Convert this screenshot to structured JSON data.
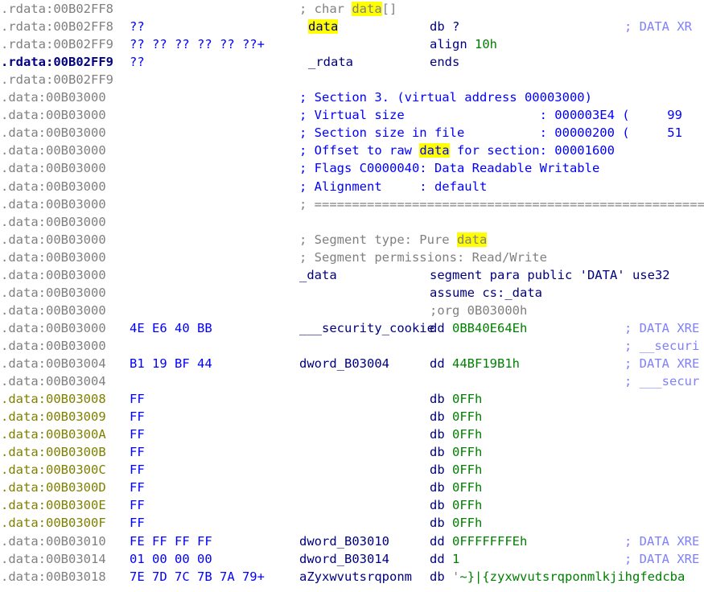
{
  "view": {
    "search_highlight": "data",
    "address_colors": {
      "gray": "#808080",
      "blue": "#000080",
      "olive": "#808000"
    },
    "operand_color": "#008000",
    "comment_color": "#0000ff",
    "xref_color": "#8080ff",
    "highlight_color": "#ffff00"
  },
  "lines": [
    {
      "addr": ".rdata:00B02FF8",
      "addr_color": "gray",
      "comment_pre": "; char ",
      "comment_hl": "data",
      "comment_post": "[]",
      "comment_style": "gray"
    },
    {
      "addr": ".rdata:00B02FF8",
      "addr_color": "gray",
      "bytes": "??",
      "name": "data",
      "name_hl": true,
      "mnemonic": "db",
      "operand": "?",
      "xref": "; DATA XR"
    },
    {
      "addr": ".rdata:00B02FF9",
      "addr_color": "gray",
      "bytes": "?? ?? ?? ?? ?? ??+",
      "mnemonic": "align",
      "operand": "10h"
    },
    {
      "addr": ".rdata:00B02FF9",
      "addr_color": "blue",
      "bytes": "??",
      "name": "_rdata",
      "mnemonic": "ends"
    },
    {
      "addr": ".rdata:00B02FF9",
      "addr_color": "gray"
    },
    {
      "addr": ".data:00B03000",
      "addr_color": "gray",
      "comment": "; Section 3. (virtual address 00003000)"
    },
    {
      "addr": ".data:00B03000",
      "addr_color": "gray",
      "comment": "; Virtual size                  : 000003E4 (     99"
    },
    {
      "addr": ".data:00B03000",
      "addr_color": "gray",
      "comment": "; Section size in file          : 00000200 (     51"
    },
    {
      "addr": ".data:00B03000",
      "addr_color": "gray",
      "comment_pre": "; Offset to raw ",
      "comment_hl": "data",
      "comment_post": " for section: 00001600",
      "comment_style": "blue"
    },
    {
      "addr": ".data:00B03000",
      "addr_color": "gray",
      "comment": "; Flags C0000040: Data Readable Writable"
    },
    {
      "addr": ".data:00B03000",
      "addr_color": "gray",
      "comment": "; Alignment     : default"
    },
    {
      "addr": ".data:00B03000",
      "addr_color": "gray",
      "comment_gray": "; ================================================================"
    },
    {
      "addr": ".data:00B03000",
      "addr_color": "gray"
    },
    {
      "addr": ".data:00B03000",
      "addr_color": "gray",
      "comment_pre": "; Segment type: Pure ",
      "comment_hl": "data",
      "comment_post": "",
      "comment_style": "gray"
    },
    {
      "addr": ".data:00B03000",
      "addr_color": "gray",
      "comment_gray": "; Segment permissions: Read/Write"
    },
    {
      "addr": ".data:00B03000",
      "addr_color": "gray",
      "name": "_data",
      "name_lbl": true,
      "mnemonic": "segment para public 'DATA' use32"
    },
    {
      "addr": ".data:00B03000",
      "addr_color": "gray",
      "mnemonic": "assume cs:_data"
    },
    {
      "addr": ".data:00B03000",
      "addr_color": "gray",
      "mnemonic_gray": ";org 0B03000h"
    },
    {
      "addr": ".data:00B03000",
      "addr_color": "gray",
      "bytes": "4E E6 40 BB",
      "name": "___security_cookie",
      "name_lbl": true,
      "mnemonic": "dd",
      "operand": "0BB40E64Eh",
      "xref": "; DATA XRE"
    },
    {
      "addr": ".data:00B03000",
      "addr_color": "gray",
      "xref": "; __securi"
    },
    {
      "addr": ".data:00B03004",
      "addr_color": "gray",
      "bytes": "B1 19 BF 44",
      "name": "dword_B03004",
      "name_lbl": true,
      "mnemonic": "dd",
      "operand": "44BF19B1h",
      "xref": "; DATA XRE"
    },
    {
      "addr": ".data:00B03004",
      "addr_color": "gray",
      "xref": "; ___secur"
    },
    {
      "addr": ".data:00B03008",
      "addr_color": "olive",
      "bytes": "FF",
      "mnemonic": "db",
      "operand": "0FFh"
    },
    {
      "addr": ".data:00B03009",
      "addr_color": "olive",
      "bytes": "FF",
      "mnemonic": "db",
      "operand": "0FFh"
    },
    {
      "addr": ".data:00B0300A",
      "addr_color": "olive",
      "bytes": "FF",
      "mnemonic": "db",
      "operand": "0FFh"
    },
    {
      "addr": ".data:00B0300B",
      "addr_color": "olive",
      "bytes": "FF",
      "mnemonic": "db",
      "operand": "0FFh"
    },
    {
      "addr": ".data:00B0300C",
      "addr_color": "olive",
      "bytes": "FF",
      "mnemonic": "db",
      "operand": "0FFh"
    },
    {
      "addr": ".data:00B0300D",
      "addr_color": "olive",
      "bytes": "FF",
      "mnemonic": "db",
      "operand": "0FFh"
    },
    {
      "addr": ".data:00B0300E",
      "addr_color": "olive",
      "bytes": "FF",
      "mnemonic": "db",
      "operand": "0FFh"
    },
    {
      "addr": ".data:00B0300F",
      "addr_color": "olive",
      "bytes": "FF",
      "mnemonic": "db",
      "operand": "0FFh"
    },
    {
      "addr": ".data:00B03010",
      "addr_color": "gray",
      "bytes": "FE FF FF FF",
      "name": "dword_B03010",
      "name_lbl": true,
      "mnemonic": "dd",
      "operand": "0FFFFFFFEh",
      "xref": "; DATA XRE"
    },
    {
      "addr": ".data:00B03014",
      "addr_color": "gray",
      "bytes": "01 00 00 00",
      "name": "dword_B03014",
      "name_lbl": true,
      "mnemonic": "dd",
      "operand": "1",
      "xref": "; DATA XRE"
    },
    {
      "addr": ".data:00B03018",
      "addr_color": "gray",
      "bytes": "7E 7D 7C 7B 7A 79+",
      "name": "aZyxwvutsrqponm",
      "name_lbl": true,
      "mnemonic": "db",
      "operand_q": "'",
      "operand_str": "~}|{zyxwvutsrqponmlkjihgfedcba"
    }
  ]
}
